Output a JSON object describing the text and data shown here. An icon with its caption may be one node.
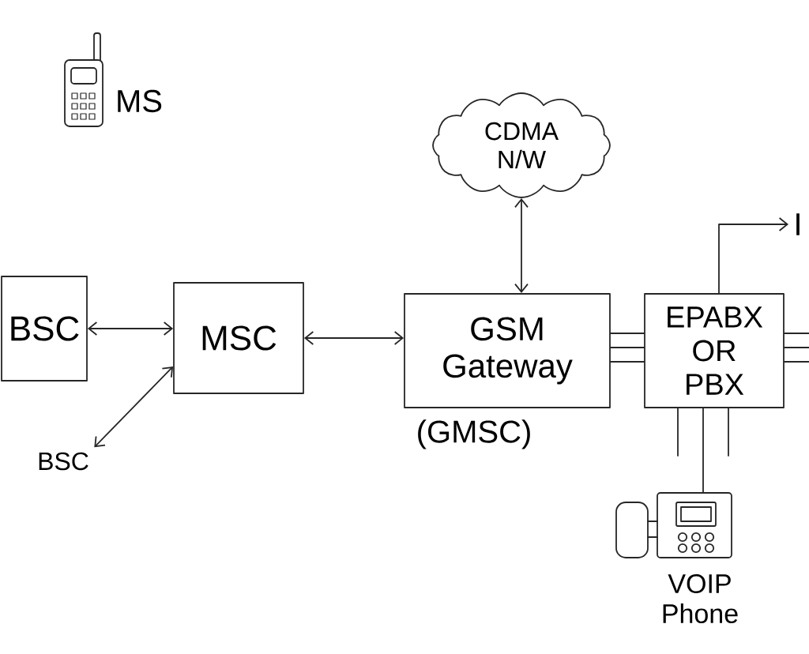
{
  "diagram": {
    "nodes": [
      {
        "text": [
          "CDMA N/W"
        ]
      },
      {
        "text": [
          "I"
        ]
      },
      {
        "text": [
          "BSC"
        ]
      },
      {
        "text": [
          "MSC"
        ]
      },
      {
        "text": [
          "GSM Gateway"
        ],
        "beside": [
          "(GMSC)"
        ]
      },
      {
        "text": [
          "EPABX OR PBX"
        ]
      },
      {
        "text": [
          "BSC"
        ]
      },
      {
        "text": [],
        "shape": "picture",
        "beside": [
          "VOIP Phone"
        ]
      }
    ],
    "edges": [
      {
        "from": 2,
        "to": 3,
        "arrow": "both"
      },
      {
        "from": 3,
        "to": 6,
        "arrow": "both"
      },
      {
        "from": 3,
        "to": 4,
        "arrow": "both"
      },
      {
        "from": 0,
        "to": 4,
        "arrow": "both"
      },
      {
        "from": 4,
        "to": 5,
        "arrow": "none"
      },
      {
        "from": 4,
        "to": 5,
        "arrow": "none"
      },
      {
        "from": 4,
        "to": 5,
        "arrow": "none"
      },
      {
        "from": 5,
        "to": null,
        "arrow": "none"
      },
      {
        "from": 5,
        "to": null,
        "arrow": "none"
      },
      {
        "from": 5,
        "to": null,
        "arrow": "none"
      },
      {
        "from": 5,
        "to": 1,
        "arrow": "to"
      },
      {
        "from": 5,
        "to": 7,
        "arrow": "none"
      },
      {
        "from": 5,
        "to": null,
        "arrow": "none"
      },
      {
        "from": 5,
        "to": null,
        "arrow": "none"
      }
    ],
    "labels": [
      "MS"
    ]
  }
}
